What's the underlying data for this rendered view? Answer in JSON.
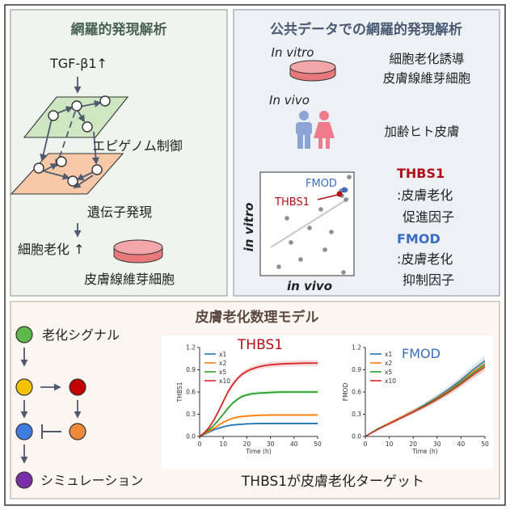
{
  "colors": {
    "accent_red": "#b01015",
    "accent_blue": "#3b6cc4",
    "panel_left": "#f0f4ef",
    "panel_right": "#edf0f5",
    "panel_bottom": "#fdf5f0",
    "epigenome_layer": "#cfe6c2",
    "gene_layer": "#f7c9a9",
    "dish": "#e8787a",
    "male_icon": "#8ba6d6",
    "female_icon": "#f07b8c",
    "green_node": "#5cb84a",
    "yellow_node": "#f5c200",
    "red_node": "#c40000",
    "blue_node": "#3f7ee0",
    "orange_node": "#f08a3a",
    "purple_node": "#7a2fa8"
  },
  "left_panel": {
    "title": "網羅的発現解析",
    "stimulus": "TGF-β1↑",
    "epigenome_label": "エピゲノム制御",
    "gene_label": "遺伝子発現",
    "senescence_label": "細胞老化 ↑",
    "cell_label": "皮膚線維芽細胞",
    "icons": [
      "down-arrow-icon",
      "network-layer-icon",
      "petri-dish-icon"
    ]
  },
  "right_panel": {
    "title": "公共データでの網羅的発現解析",
    "in_vitro_label": "In vitro",
    "in_vitro_desc_line1": "細胞老化誘導",
    "in_vitro_desc_line2": "皮膚線維芽細胞",
    "in_vivo_label": "In vivo",
    "in_vivo_desc": "加齢ヒト皮膚",
    "scatter_xlabel": "in vivo",
    "scatter_ylabel": "in vitro",
    "scatter_fmod_label": "FMOD",
    "scatter_thbs1_label": "THBS1",
    "thbs1_name": "THBS1",
    "thbs1_desc_line1": ":皮膚老化",
    "thbs1_desc_line2": "促進因子",
    "fmod_name": "FMOD",
    "fmod_desc_line1": ":皮膚老化",
    "fmod_desc_line2": "抑制因子",
    "icons": [
      "petri-dish-icon",
      "male-person-icon",
      "female-person-icon"
    ]
  },
  "bottom_panel": {
    "title": "皮膚老化数理モデル",
    "signal_label": "老化シグナル",
    "simulation_label": "シミュレーション",
    "conclusion": "THBS1が皮膚老化ターゲット",
    "icons": [
      "down-arrow-icon",
      "right-arrow-icon",
      "inhibit-icon"
    ]
  },
  "chart_data": [
    {
      "type": "line",
      "title": "THBS1",
      "xlabel": "Time (h)",
      "ylabel": "THBS1",
      "xlim": [
        0,
        50
      ],
      "ylim": [
        0,
        1.2
      ],
      "xticks": [
        0,
        10,
        20,
        30,
        40,
        50
      ],
      "yticks": [
        0.0,
        0.3,
        0.6,
        0.9,
        1.2
      ],
      "grid": false,
      "legend": "top-left",
      "x": [
        0,
        2,
        4,
        6,
        8,
        10,
        12,
        14,
        16,
        18,
        20,
        22,
        25,
        28,
        31,
        35,
        40,
        45,
        50
      ],
      "series": [
        {
          "name": "x1",
          "color": "#1f77b4",
          "values": [
            0,
            0.03,
            0.06,
            0.09,
            0.11,
            0.13,
            0.145,
            0.155,
            0.16,
            0.165,
            0.17,
            0.172,
            0.174,
            0.175,
            0.175,
            0.175,
            0.175,
            0.175,
            0.175
          ]
        },
        {
          "name": "x2",
          "color": "#ff7f0e",
          "values": [
            0,
            0.035,
            0.07,
            0.11,
            0.15,
            0.19,
            0.22,
            0.245,
            0.26,
            0.27,
            0.275,
            0.28,
            0.285,
            0.288,
            0.29,
            0.29,
            0.29,
            0.29,
            0.29
          ]
        },
        {
          "name": "x5",
          "color": "#2ca02c",
          "values": [
            0,
            0.04,
            0.09,
            0.15,
            0.22,
            0.3,
            0.38,
            0.45,
            0.5,
            0.54,
            0.56,
            0.575,
            0.585,
            0.59,
            0.595,
            0.6,
            0.6,
            0.6,
            0.6
          ]
        },
        {
          "name": "x10",
          "color": "#d62728",
          "values": [
            0,
            0.05,
            0.12,
            0.22,
            0.34,
            0.47,
            0.6,
            0.7,
            0.78,
            0.84,
            0.88,
            0.91,
            0.94,
            0.96,
            0.97,
            0.98,
            0.985,
            0.99,
            0.99
          ]
        }
      ]
    },
    {
      "type": "line",
      "title": "FMOD",
      "xlabel": "Time (h)",
      "ylabel": "FMOD",
      "xlim": [
        0,
        50
      ],
      "ylim": [
        0,
        1.2
      ],
      "xticks": [
        0,
        10,
        20,
        30,
        40,
        50
      ],
      "yticks": [
        0.0,
        0.3,
        0.6,
        0.9,
        1.2
      ],
      "grid": false,
      "legend": "top-left",
      "x": [
        0,
        5,
        10,
        15,
        20,
        25,
        30,
        35,
        40,
        45,
        50
      ],
      "series": [
        {
          "name": "x1",
          "color": "#1f77b4",
          "values": [
            0,
            0.1,
            0.18,
            0.26,
            0.34,
            0.43,
            0.53,
            0.64,
            0.76,
            0.9,
            1.02
          ]
        },
        {
          "name": "x2",
          "color": "#ff7f0e",
          "values": [
            0,
            0.1,
            0.18,
            0.26,
            0.34,
            0.42,
            0.52,
            0.62,
            0.74,
            0.87,
            0.98
          ]
        },
        {
          "name": "x5",
          "color": "#2ca02c",
          "values": [
            0,
            0.1,
            0.17,
            0.25,
            0.33,
            0.42,
            0.51,
            0.61,
            0.73,
            0.85,
            0.97
          ]
        },
        {
          "name": "x10",
          "color": "#d62728",
          "values": [
            0,
            0.09,
            0.17,
            0.25,
            0.33,
            0.41,
            0.5,
            0.6,
            0.71,
            0.83,
            0.94
          ]
        }
      ]
    }
  ]
}
